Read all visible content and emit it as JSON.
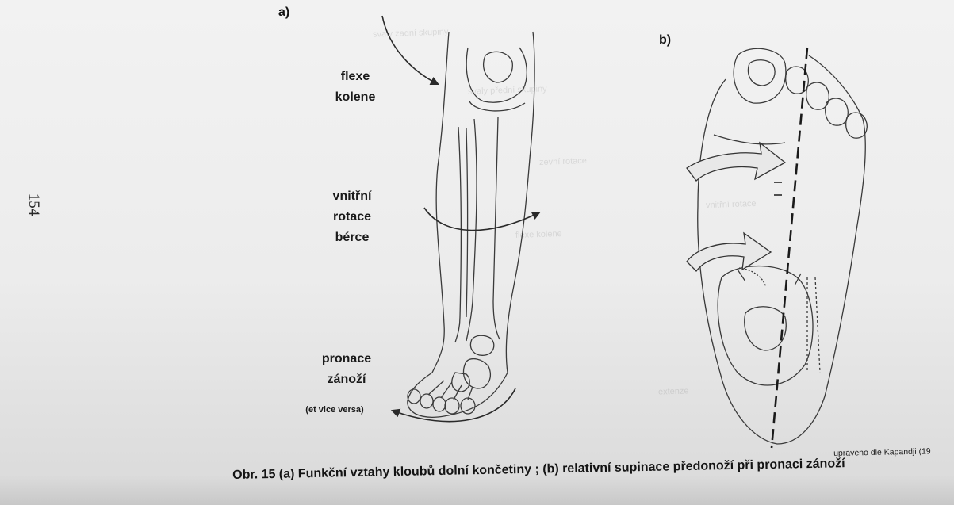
{
  "page_number": "154",
  "panel_a_label": "a)",
  "panel_b_label": "b)",
  "labels": {
    "flexe": [
      "flexe",
      "kolene"
    ],
    "rotation": [
      "vnitřní",
      "rotace",
      "bérce"
    ],
    "pronation": [
      "pronace",
      "zánoží"
    ],
    "et_vice_versa": "(et vice versa)"
  },
  "caption": "Obr. 15 (a) Funkční vztahy kloubů dolní končetiny ; (b) relativní supinace předonoží při pronaci zánoží",
  "credit": "upraveno dle  Kapandji (19",
  "bleed_through": [
    "svaly zadní skupiny",
    "svaly přední skupiny",
    "zevní rotace",
    "vnitřní rotace",
    "flexe kolene",
    "extenze"
  ]
}
